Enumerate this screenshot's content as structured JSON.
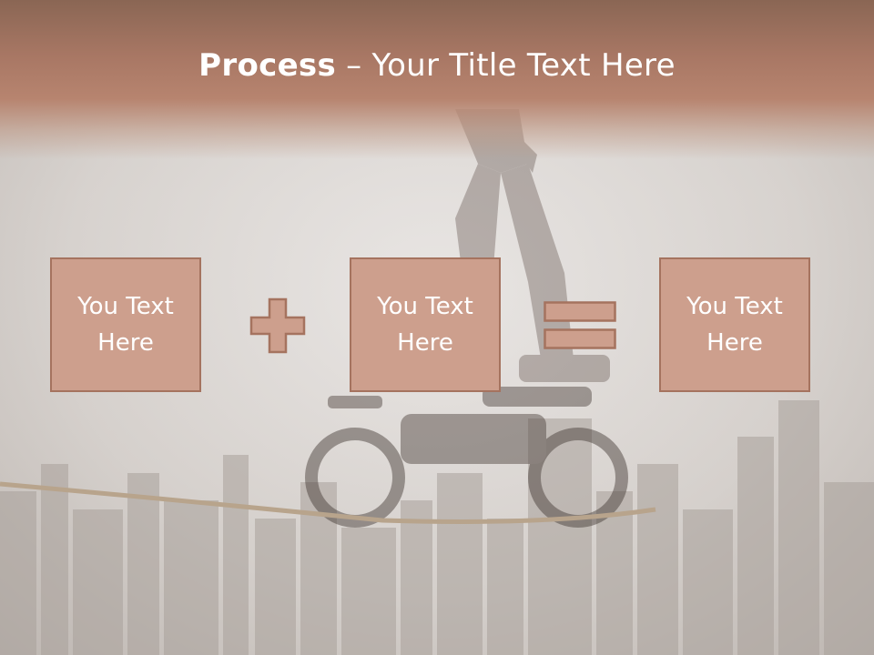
{
  "title": {
    "bold": "Process",
    "dash": " – ",
    "rest": "Your Title Text Here"
  },
  "boxes": [
    {
      "text": "You Text\nHere"
    },
    {
      "text": "You Text\nHere"
    },
    {
      "text": "You Text\nHere"
    }
  ],
  "operators": {
    "plus": "plus-icon",
    "equals": "equals-icon"
  },
  "colors": {
    "accent": "#cd9f8d",
    "accent_border": "#a5735f",
    "title_band": "#b7846f",
    "text": "#ffffff"
  }
}
